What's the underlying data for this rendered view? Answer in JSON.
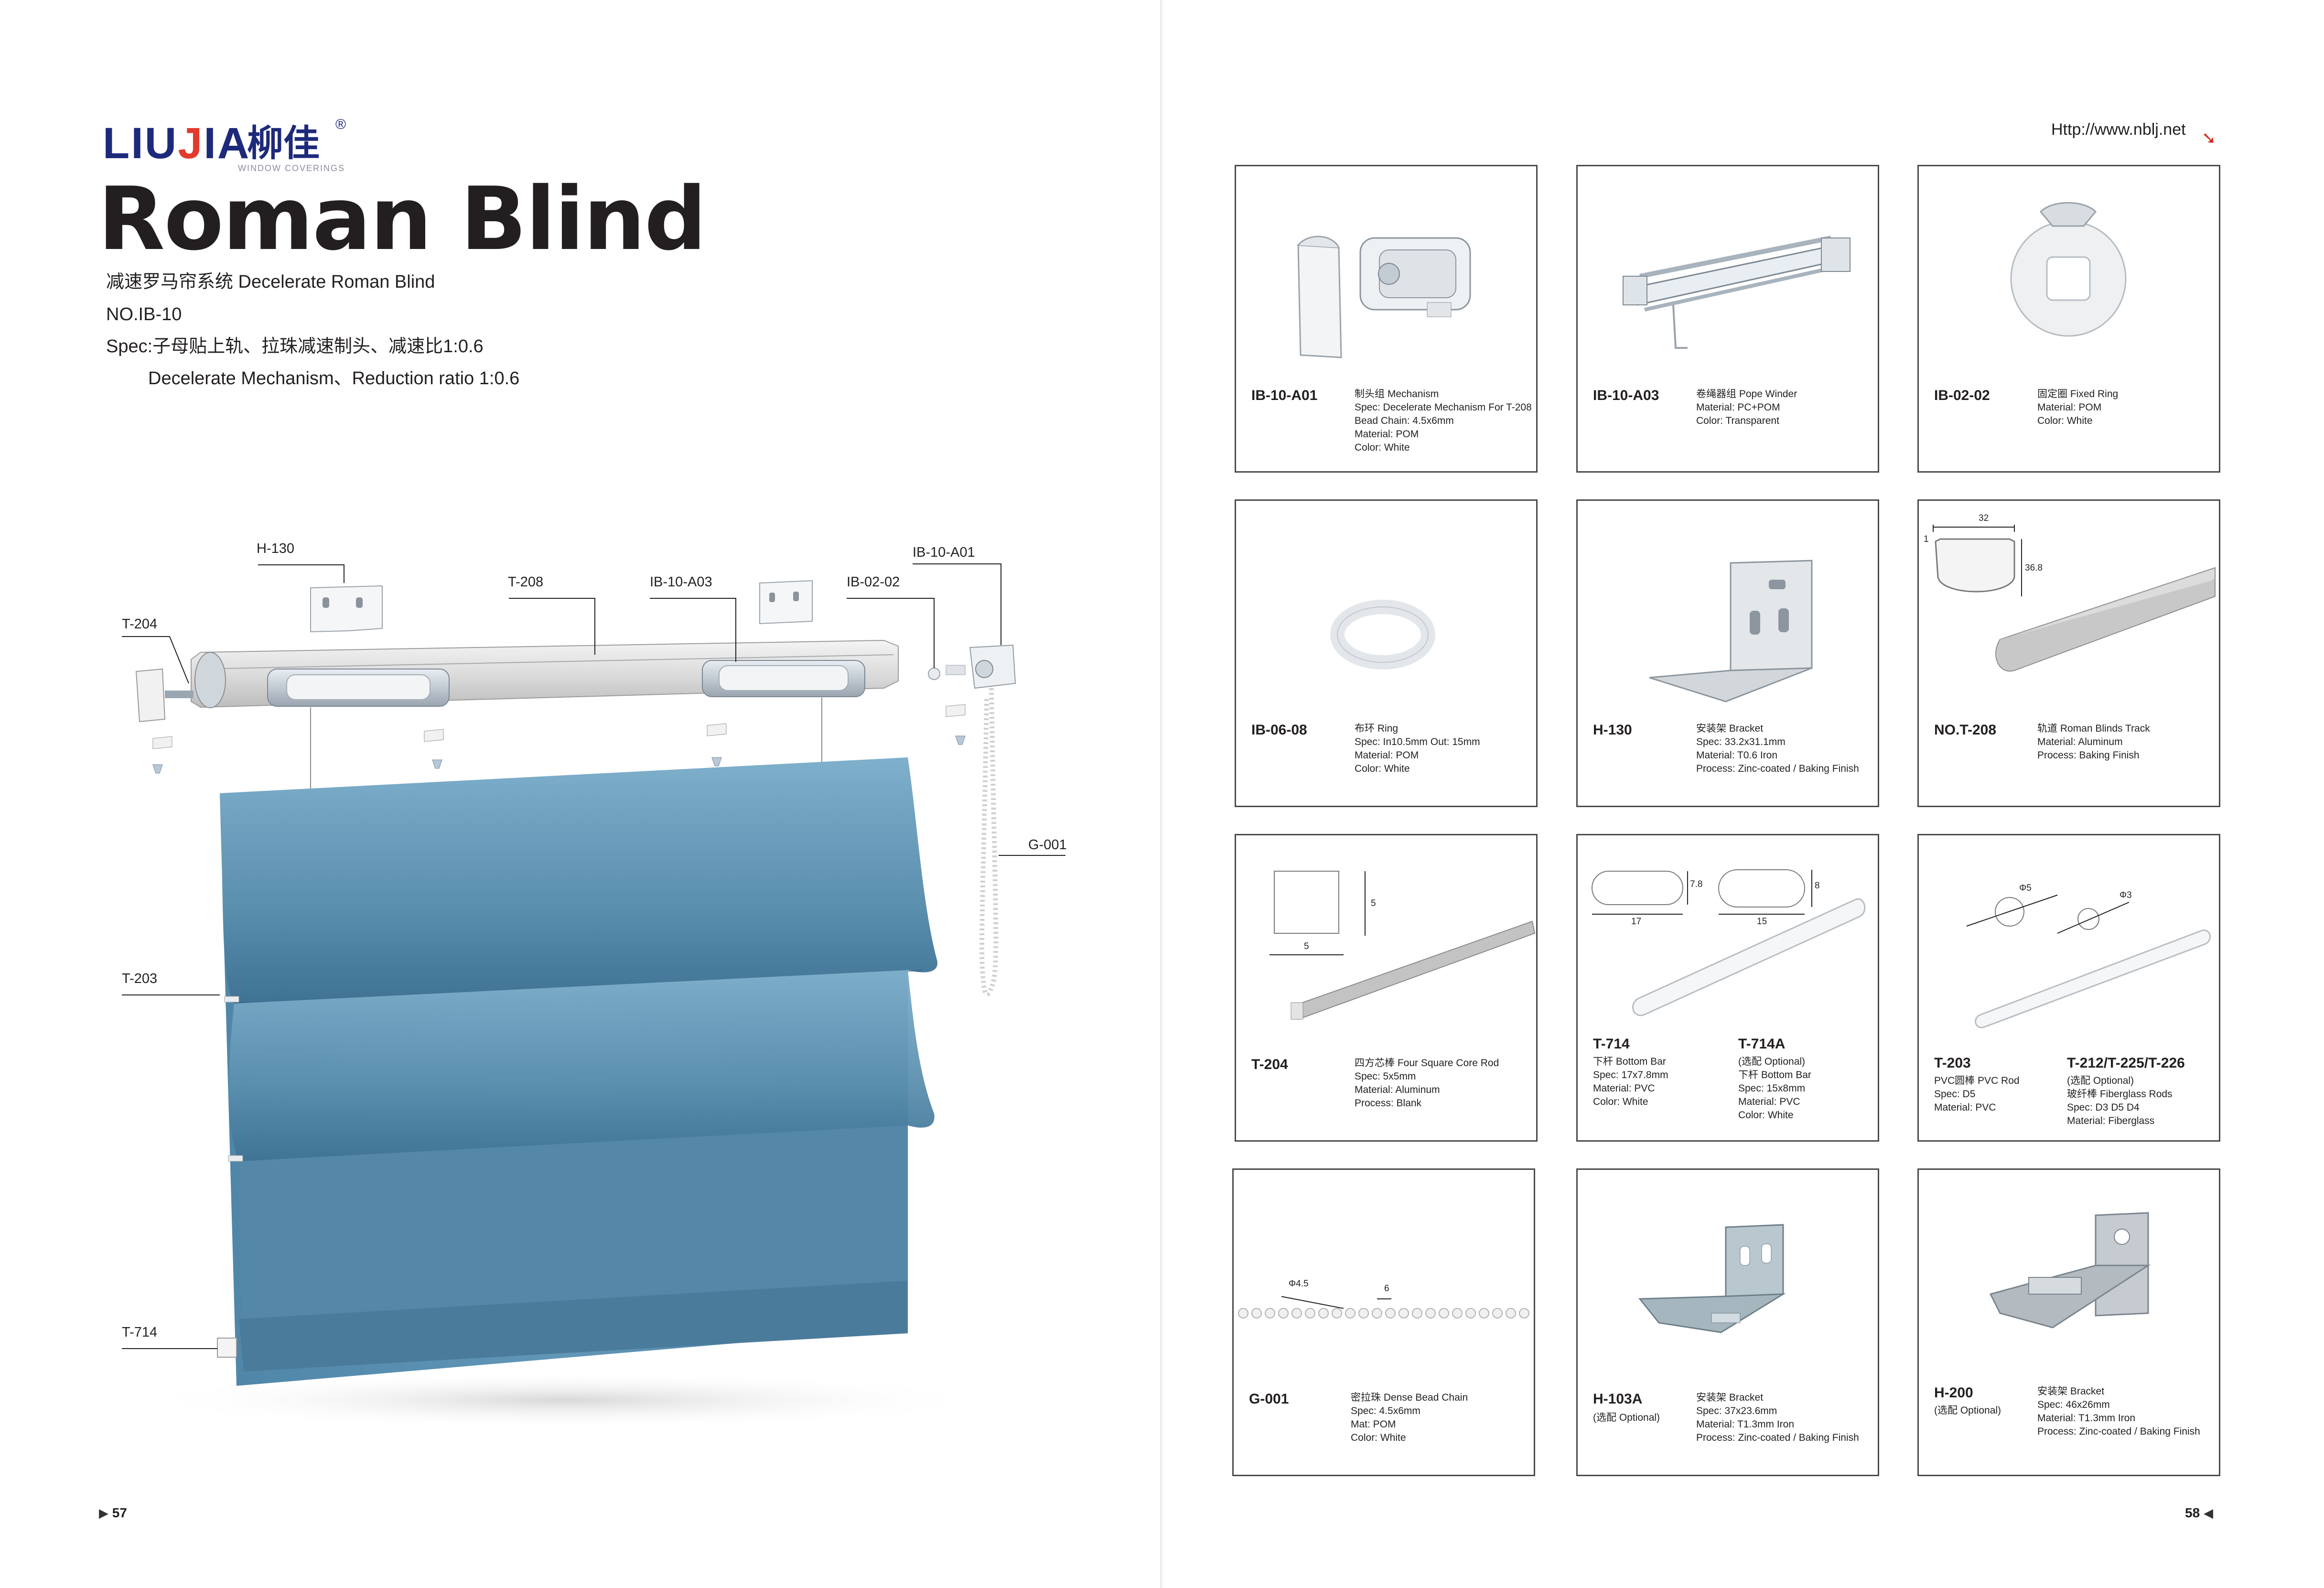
{
  "brand": {
    "latin_pre": "LIU",
    "latin_accent": "J",
    "latin_post": "IA",
    "chinese": "柳佳",
    "registered": "®",
    "tagline": "WINDOW COVERINGS",
    "colors": {
      "navy": "#1d2a7a",
      "red": "#e33a2c"
    }
  },
  "left_page": {
    "title": "Roman Blind",
    "subtitle_line1": "减速罗马帘系统 Decelerate Roman Blind",
    "model_no": "NO.IB-10",
    "spec_line1": "Spec:子母贴上轨、拉珠减速制头、减速比1:0.6",
    "spec_line2": "Decelerate Mechanism、Reduction ratio 1:0.6",
    "fabric_color": "#5b8fae",
    "callouts": {
      "h130": "H-130",
      "t208": "T-208",
      "ib10a03": "IB-10-A03",
      "ib0202": "IB-02-02",
      "ib10a01": "IB-10-A01",
      "t204": "T-204",
      "g001": "G-001",
      "t203": "T-203",
      "t714": "T-714"
    },
    "page_number": "57"
  },
  "right_page": {
    "url": "Http://www.nblj.net",
    "page_number": "58",
    "cards": [
      {
        "code": "IB-10-A01",
        "lines": [
          "制头组 Mechanism",
          "Spec: Decelerate Mechanism For T-208",
          "Bead Chain: 4.5x6mm",
          "Material: POM",
          "Color: White"
        ]
      },
      {
        "code": "IB-10-A03",
        "lines": [
          "卷绳器组 Pope Winder",
          "Material: PC+POM",
          "Color: Transparent"
        ]
      },
      {
        "code": "IB-02-02",
        "lines": [
          "固定圈 Fixed Ring",
          "Material: POM",
          "Color: White"
        ]
      },
      {
        "code": "IB-06-08",
        "lines": [
          "布环 Ring",
          "Spec: In10.5mm Out: 15mm",
          "Material: POM",
          "Color: White"
        ]
      },
      {
        "code": "H-130",
        "lines": [
          "安装架 Bracket",
          "Spec: 33.2x31.1mm",
          "Material: T0.6 Iron",
          "Process: Zinc-coated / Baking Finish"
        ]
      },
      {
        "code": "NO.T-208",
        "lines": [
          "轨道 Roman Blinds Track",
          "Material: Aluminum",
          "Process: Baking Finish"
        ],
        "dims": [
          "32",
          "1",
          "36.8"
        ]
      },
      {
        "code": "T-204",
        "lines": [
          "四方芯棒 Four Square Core Rod",
          "Spec: 5x5mm",
          "Material: Aluminum",
          "Process: Blank"
        ],
        "dims": [
          "5",
          "5"
        ]
      },
      {
        "code": "T-714",
        "lines": [
          "下杆 Bottom Bar",
          "Spec: 17x7.8mm",
          "Material: PVC",
          "Color: White"
        ],
        "code_b": "T-714A",
        "lines_b": [
          "(选配 Optional)",
          "下杆 Bottom Bar",
          "Spec: 15x8mm",
          "Material: PVC",
          "Color: White"
        ],
        "dims": [
          "7.8",
          "17",
          "8",
          "15"
        ]
      },
      {
        "code": "T-203",
        "lines": [
          "PVC圆棒 PVC Rod",
          "Spec: D5",
          "Material: PVC"
        ],
        "code_b": "T-212/T-225/T-226",
        "lines_b": [
          "(选配 Optional)",
          "玻纤棒 Fiberglass Rods",
          "Spec: D3 D5 D4",
          "Material: Fiberglass"
        ],
        "dims": [
          "Φ5",
          "Φ3"
        ]
      },
      {
        "code": "G-001",
        "lines": [
          "密拉珠 Dense Bead Chain",
          "Spec: 4.5x6mm",
          "Mat: POM",
          "Color: White"
        ],
        "dims": [
          "Φ4.5",
          "6"
        ]
      },
      {
        "code": "H-103A",
        "note": "(选配 Optional)",
        "lines": [
          "安装架 Bracket",
          "Spec: 37x23.6mm",
          "Material: T1.3mm Iron",
          "Process: Zinc-coated / Baking Finish"
        ]
      },
      {
        "code": "H-200",
        "note": "(选配 Optional)",
        "lines": [
          "安装架 Bracket",
          "Spec: 46x26mm",
          "Material: T1.3mm Iron",
          "Process: Zinc-coated / Baking Finish"
        ]
      }
    ]
  }
}
